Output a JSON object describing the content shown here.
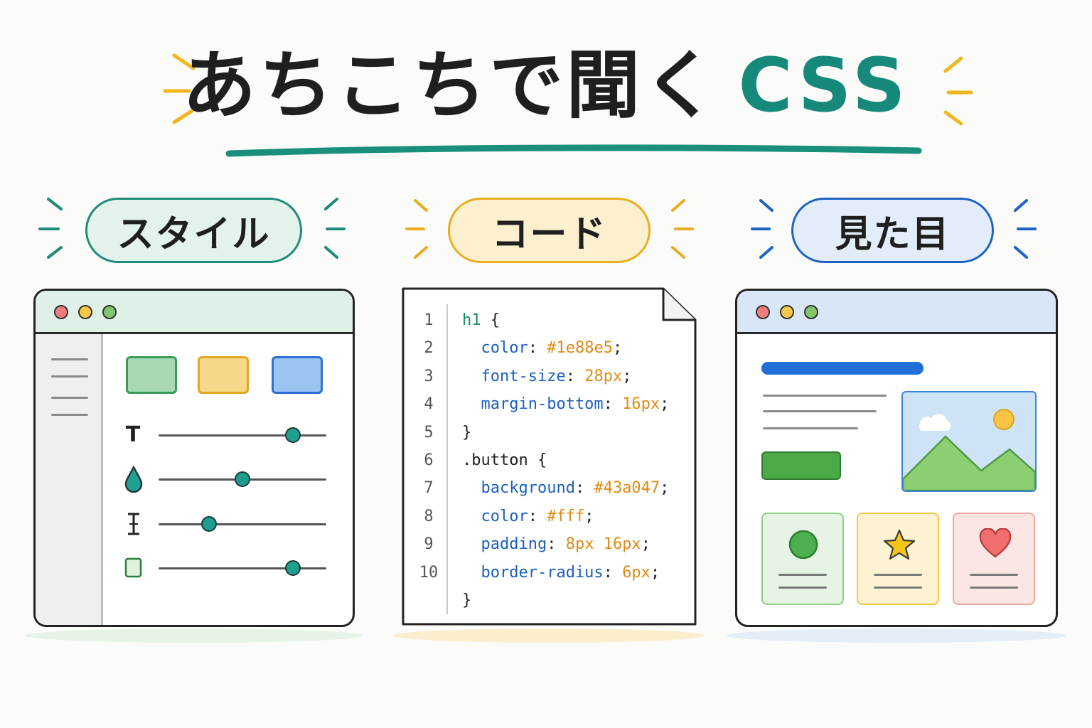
{
  "title": {
    "jp": "あちこちで聞く",
    "accent": "CSS"
  },
  "colors": {
    "accent_teal": "#16897b",
    "green": "#1e8c78",
    "yellow": "#e9ad1f",
    "blue": "#1e62c6"
  },
  "labels": {
    "style": "スタイル",
    "code": "コード",
    "look": "見た目"
  },
  "style_panel": {
    "controls": [
      {
        "icon": "text-icon",
        "glyph": "T",
        "level": 0.8
      },
      {
        "icon": "color-drop-icon",
        "glyph": "",
        "level": 0.5
      },
      {
        "icon": "line-height-icon",
        "glyph": "I",
        "level": 0.3
      },
      {
        "icon": "box-icon",
        "glyph": "",
        "level": 0.8
      }
    ]
  },
  "code": {
    "lines": [
      {
        "n": "1",
        "parts": [
          [
            "sel-h1",
            "h1"
          ],
          [
            "punc",
            " {"
          ]
        ]
      },
      {
        "n": "2",
        "parts": [
          [
            "prop",
            "  color"
          ],
          [
            "punc",
            ": "
          ],
          [
            "val",
            "#1e88e5"
          ],
          [
            "punc",
            ";"
          ]
        ]
      },
      {
        "n": "3",
        "parts": [
          [
            "prop",
            "  font-size"
          ],
          [
            "punc",
            ": "
          ],
          [
            "val",
            "28px"
          ],
          [
            "punc",
            ";"
          ]
        ]
      },
      {
        "n": "4",
        "parts": [
          [
            "prop",
            "  margin-bottom"
          ],
          [
            "punc",
            ": "
          ],
          [
            "val",
            "16px"
          ],
          [
            "punc",
            ";"
          ]
        ]
      },
      {
        "n": "5",
        "parts": [
          [
            "punc",
            "}"
          ]
        ]
      },
      {
        "n": "6",
        "parts": [
          [
            "sel-btn",
            ".button"
          ],
          [
            "punc",
            " {"
          ]
        ]
      },
      {
        "n": "7",
        "parts": [
          [
            "prop",
            "  background"
          ],
          [
            "punc",
            ": "
          ],
          [
            "val",
            "#43a047"
          ],
          [
            "punc",
            ";"
          ]
        ]
      },
      {
        "n": "8",
        "parts": [
          [
            "prop",
            "  color"
          ],
          [
            "punc",
            ": "
          ],
          [
            "val",
            "#fff"
          ],
          [
            "punc",
            ";"
          ]
        ]
      },
      {
        "n": "9",
        "parts": [
          [
            "prop",
            "  padding"
          ],
          [
            "punc",
            ": "
          ],
          [
            "val",
            "8px 16px"
          ],
          [
            "punc",
            ";"
          ]
        ]
      },
      {
        "n": "10",
        "parts": [
          [
            "prop",
            "  border-radius"
          ],
          [
            "punc",
            ": "
          ],
          [
            "val",
            "6px"
          ],
          [
            "punc",
            ";"
          ]
        ]
      },
      {
        "n": "",
        "parts": [
          [
            "punc",
            "}"
          ]
        ]
      }
    ]
  }
}
